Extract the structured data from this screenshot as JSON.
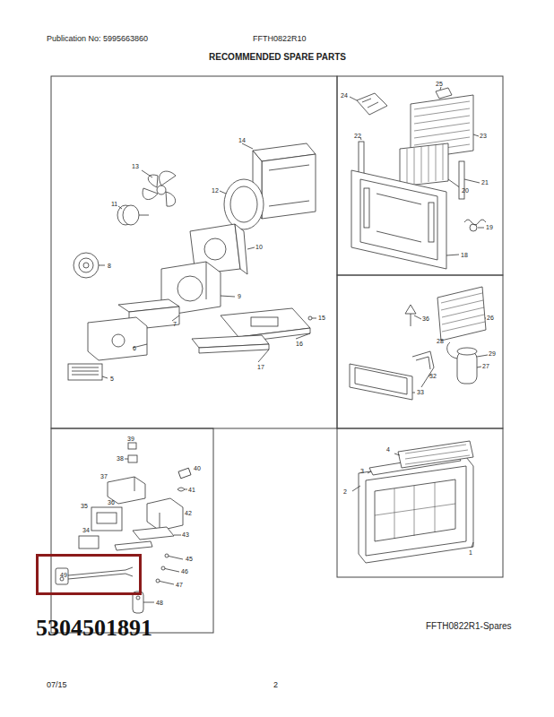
{
  "diagram": {
    "title": "RECOMMENDED SPARE PARTS",
    "nodes": [
      {
        "text": [
          "49"
        ]
      }
    ],
    "labels": [
      "Publication No: 5995663860",
      "FFTH0822R10",
      "14",
      "13",
      "12",
      "11",
      "10",
      "8",
      "9",
      "7",
      "15",
      "16",
      "17",
      "6",
      "5",
      "24",
      "25",
      "22",
      "23",
      "21",
      "20",
      "19",
      "18",
      "36",
      "26",
      "28",
      "29",
      "27",
      "32",
      "33",
      "39",
      "38",
      "40",
      "37",
      "41",
      "36",
      "35",
      "42",
      "34",
      "43",
      "45",
      "46",
      "47",
      "48",
      "4",
      "3",
      "2",
      "1",
      "5304501891",
      "FFTH0822R1-Spares",
      "07/15",
      "2"
    ]
  }
}
